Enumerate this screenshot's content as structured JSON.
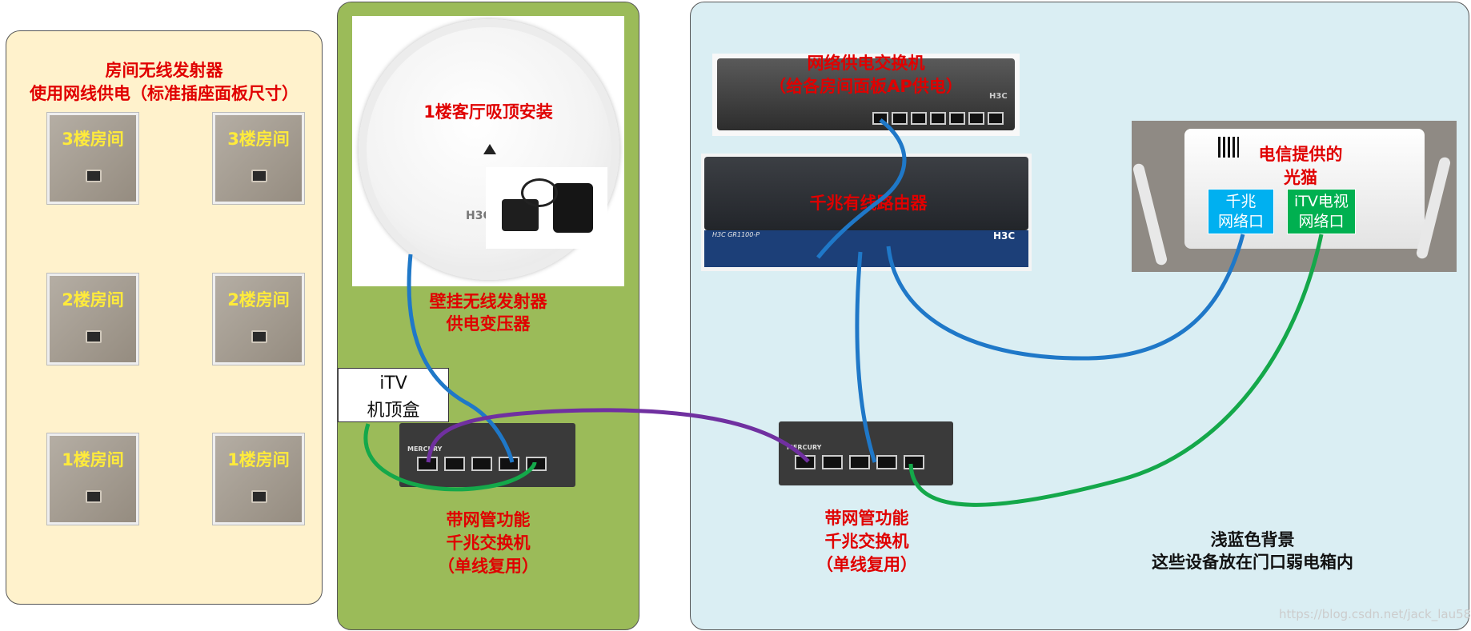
{
  "left_panel": {
    "title_line1": "房间无线发射器",
    "title_line2": "使用网线供电（标准插座面板尺寸）",
    "plates": [
      {
        "label": "3楼房间"
      },
      {
        "label": "3楼房间"
      },
      {
        "label": "2楼房间"
      },
      {
        "label": "2楼房间"
      },
      {
        "label": "1楼房间"
      },
      {
        "label": "1楼房间"
      }
    ]
  },
  "middle_panel": {
    "ap_label": "1楼客厅吸顶安装",
    "ap_brand": "H3C",
    "adapter_line1": "壁挂无线发射器",
    "adapter_line2": "供电变压器",
    "stb_line1": "iTV",
    "stb_line2": "机顶盒",
    "switch_brand": "MERCURY",
    "switch_line1": "带网管功能",
    "switch_line2": "千兆交换机",
    "switch_line3": "（单线复用）"
  },
  "right_panel": {
    "poe_line1": "网络供电交换机",
    "poe_line2": "（给各房间面板AP供电）",
    "poe_brand": "H3C",
    "router_label": "千兆有线路由器",
    "router_brand": "H3C",
    "router_model": "H3C GR1100-P",
    "modem_line1": "电信提供的",
    "modem_line2": "光猫",
    "modem_port1_line1": "千兆",
    "modem_port1_line2": "网络口",
    "modem_port2_line1": "iTV电视",
    "modem_port2_line2": "网络口",
    "switch_brand": "MERCURY",
    "switch_line1": "带网管功能",
    "switch_line2": "千兆交换机",
    "switch_line3": "（单线复用）",
    "note_line1": "浅蓝色背景",
    "note_line2": "这些设备放在门口弱电箱内"
  },
  "watermark": "https://blog.csdn.net/jack_lau58",
  "colors": {
    "left_bg": "#fff2cc",
    "middle_bg": "#9bbb59",
    "right_bg": "#daeef3",
    "blue_cable": "#1f78c8",
    "green_cable": "#14a84a",
    "purple_cable": "#7030a0",
    "label_red": "#e00000",
    "port_blue": "#00b0f0",
    "port_green": "#00b050"
  }
}
